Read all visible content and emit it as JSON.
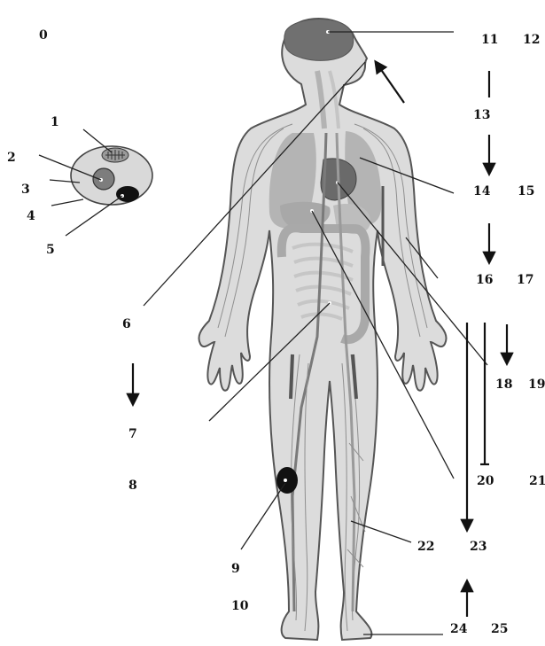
{
  "labels": {
    "l0": "0",
    "l1": "1",
    "l2": "2",
    "l3": "3",
    "l4": "4",
    "l5": "5",
    "l6": "6",
    "l7": "7",
    "l8": "8",
    "l9": "9",
    "l10": "10",
    "l11": "11",
    "l12": "12",
    "l13": "13",
    "l14": "14",
    "l15": "15",
    "l16": "16",
    "l17": "17",
    "l18": "18",
    "l19": "19",
    "l20": "20",
    "l21": "21",
    "l22": "22",
    "l23": "23",
    "l24": "24",
    "l25": "25"
  },
  "colors": {
    "body_fill": "#dcdcdc",
    "body_outline": "#555555",
    "organ_light": "#b9b9b9",
    "organ_mid": "#a4a4a4",
    "organ_dark": "#6e6e6e",
    "tumor": "#111111",
    "text": "#111111"
  }
}
